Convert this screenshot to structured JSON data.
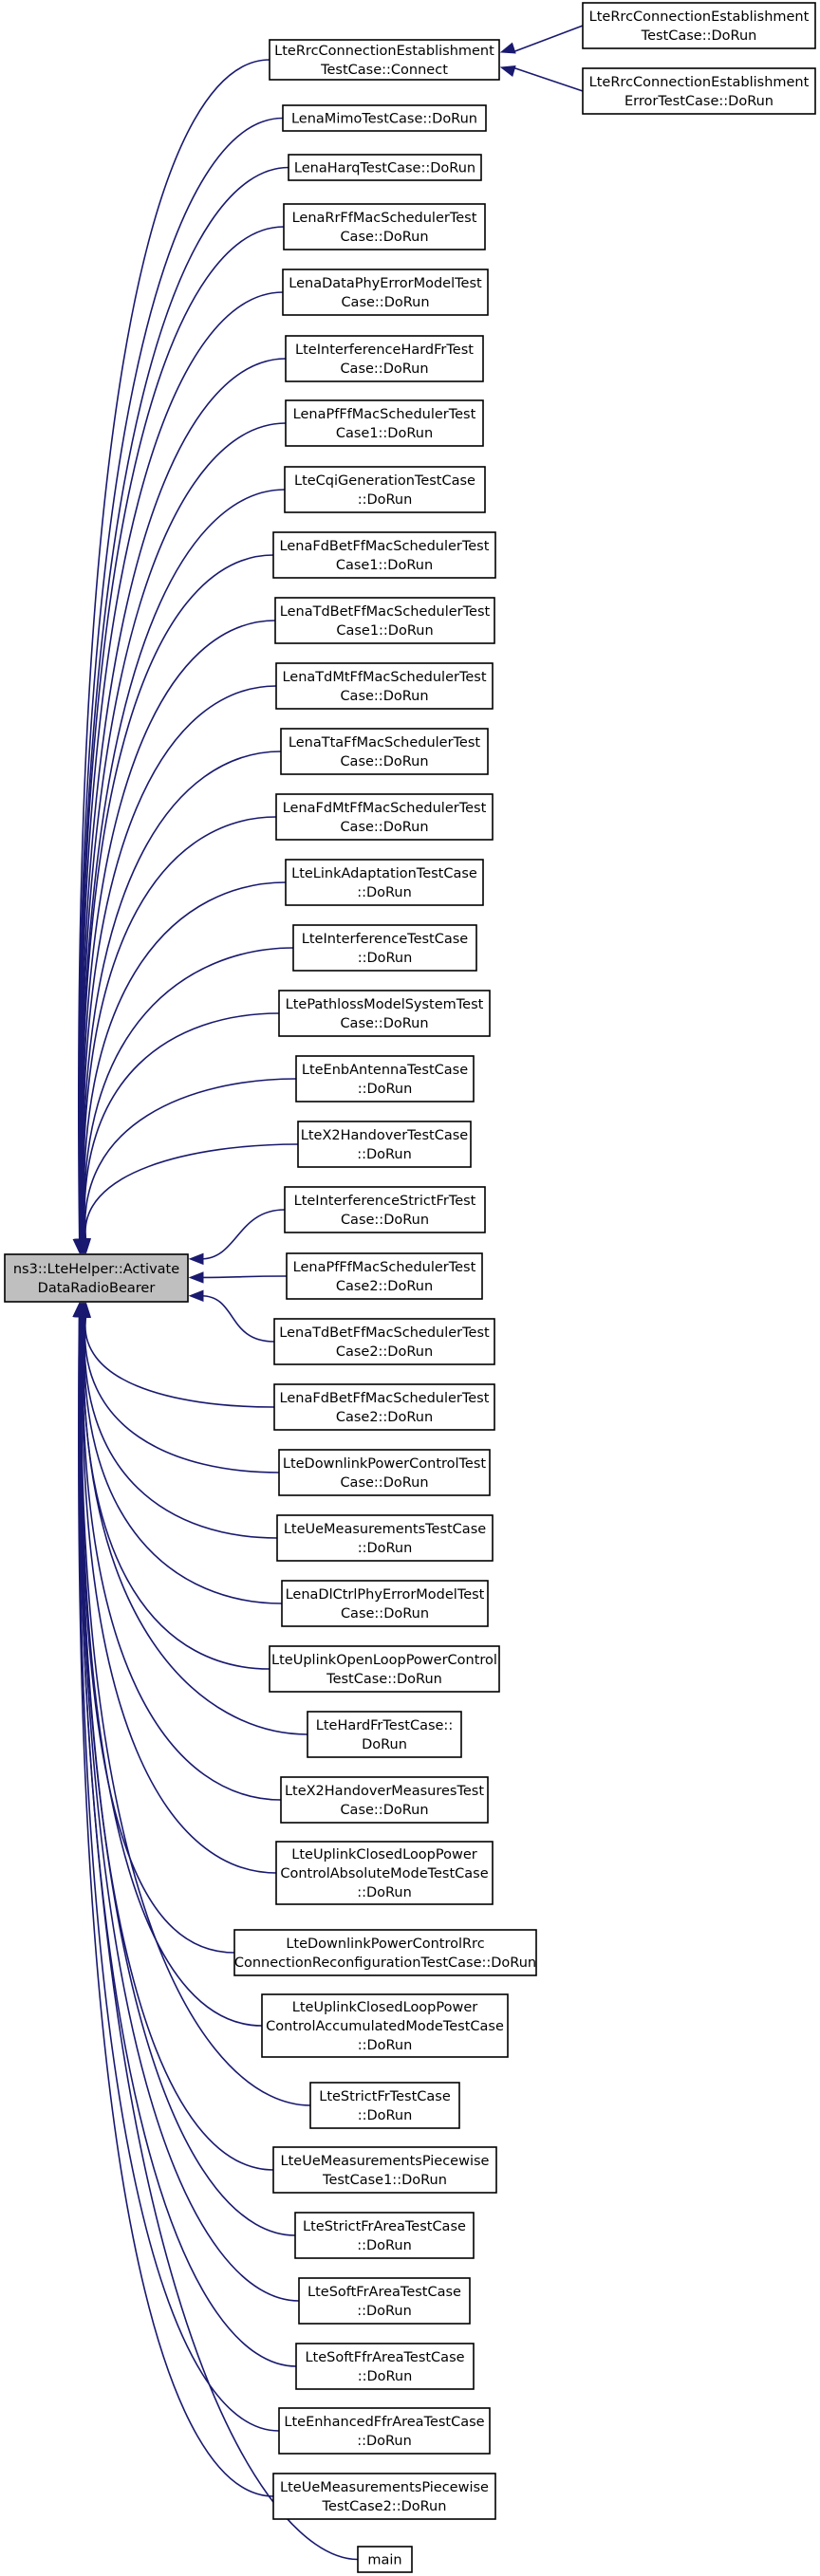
{
  "root": {
    "id": "root",
    "lines": [
      "ns3::LteHelper::Activate",
      "DataRadioBearer"
    ]
  },
  "nodes": [
    {
      "id": "n0",
      "lines": [
        "LteRrcConnectionEstablishment",
        "TestCase::Connect"
      ]
    },
    {
      "id": "n1",
      "lines": [
        "LenaMimoTestCase::DoRun"
      ]
    },
    {
      "id": "n2",
      "lines": [
        "LenaHarqTestCase::DoRun"
      ]
    },
    {
      "id": "n3",
      "lines": [
        "LenaRrFfMacSchedulerTest",
        "Case::DoRun"
      ]
    },
    {
      "id": "n4",
      "lines": [
        "LenaDataPhyErrorModelTest",
        "Case::DoRun"
      ]
    },
    {
      "id": "n5",
      "lines": [
        "LteInterferenceHardFrTest",
        "Case::DoRun"
      ]
    },
    {
      "id": "n6",
      "lines": [
        "LenaPfFfMacSchedulerTest",
        "Case1::DoRun"
      ]
    },
    {
      "id": "n7",
      "lines": [
        "LteCqiGenerationTestCase",
        "::DoRun"
      ]
    },
    {
      "id": "n8",
      "lines": [
        "LenaFdBetFfMacSchedulerTest",
        "Case1::DoRun"
      ]
    },
    {
      "id": "n9",
      "lines": [
        "LenaTdBetFfMacSchedulerTest",
        "Case1::DoRun"
      ]
    },
    {
      "id": "n10",
      "lines": [
        "LenaTdMtFfMacSchedulerTest",
        "Case::DoRun"
      ]
    },
    {
      "id": "n11",
      "lines": [
        "LenaTtaFfMacSchedulerTest",
        "Case::DoRun"
      ]
    },
    {
      "id": "n12",
      "lines": [
        "LenaFdMtFfMacSchedulerTest",
        "Case::DoRun"
      ]
    },
    {
      "id": "n13",
      "lines": [
        "LteLinkAdaptationTestCase",
        "::DoRun"
      ]
    },
    {
      "id": "n14",
      "lines": [
        "LteInterferenceTestCase",
        "::DoRun"
      ]
    },
    {
      "id": "n15",
      "lines": [
        "LtePathlossModelSystemTest",
        "Case::DoRun"
      ]
    },
    {
      "id": "n16",
      "lines": [
        "LteEnbAntennaTestCase",
        "::DoRun"
      ]
    },
    {
      "id": "n17",
      "lines": [
        "LteX2HandoverTestCase",
        "::DoRun"
      ]
    },
    {
      "id": "n18",
      "lines": [
        "LteInterferenceStrictFrTest",
        "Case::DoRun"
      ]
    },
    {
      "id": "n19",
      "lines": [
        "LenaPfFfMacSchedulerTest",
        "Case2::DoRun"
      ]
    },
    {
      "id": "n20",
      "lines": [
        "LenaTdBetFfMacSchedulerTest",
        "Case2::DoRun"
      ]
    },
    {
      "id": "n21",
      "lines": [
        "LenaFdBetFfMacSchedulerTest",
        "Case2::DoRun"
      ]
    },
    {
      "id": "n22",
      "lines": [
        "LteDownlinkPowerControlTest",
        "Case::DoRun"
      ]
    },
    {
      "id": "n23",
      "lines": [
        "LteUeMeasurementsTestCase",
        "::DoRun"
      ]
    },
    {
      "id": "n24",
      "lines": [
        "LenaDlCtrlPhyErrorModelTest",
        "Case::DoRun"
      ]
    },
    {
      "id": "n25",
      "lines": [
        "LteUplinkOpenLoopPowerControl",
        "TestCase::DoRun"
      ]
    },
    {
      "id": "n26",
      "lines": [
        "LteHardFrTestCase::",
        "DoRun"
      ]
    },
    {
      "id": "n27",
      "lines": [
        "LteX2HandoverMeasuresTest",
        "Case::DoRun"
      ]
    },
    {
      "id": "n28",
      "lines": [
        "LteUplinkClosedLoopPower",
        "ControlAbsoluteModeTestCase",
        "::DoRun"
      ]
    },
    {
      "id": "n29",
      "lines": [
        "LteDownlinkPowerControlRrc",
        "ConnectionReconfigurationTestCase::DoRun"
      ]
    },
    {
      "id": "n30",
      "lines": [
        "LteUplinkClosedLoopPower",
        "ControlAccumulatedModeTestCase",
        "::DoRun"
      ]
    },
    {
      "id": "n31",
      "lines": [
        "LteStrictFrTestCase",
        "::DoRun"
      ]
    },
    {
      "id": "n32",
      "lines": [
        "LteUeMeasurementsPiecewise",
        "TestCase1::DoRun"
      ]
    },
    {
      "id": "n33",
      "lines": [
        "LteStrictFrAreaTestCase",
        "::DoRun"
      ]
    },
    {
      "id": "n34",
      "lines": [
        "LteSoftFrAreaTestCase",
        "::DoRun"
      ]
    },
    {
      "id": "n35",
      "lines": [
        "LteSoftFfrAreaTestCase",
        "::DoRun"
      ]
    },
    {
      "id": "n36",
      "lines": [
        "LteEnhancedFfrAreaTestCase",
        "::DoRun"
      ]
    },
    {
      "id": "n37",
      "lines": [
        "LteUeMeasurementsPiecewise",
        "TestCase2::DoRun"
      ]
    },
    {
      "id": "n38",
      "lines": [
        "main"
      ]
    }
  ],
  "right_nodes": [
    {
      "id": "r0",
      "lines": [
        "LteRrcConnectionEstablishment",
        "TestCase::DoRun"
      ]
    },
    {
      "id": "r1",
      "lines": [
        "LteRrcConnectionEstablishment",
        "ErrorTestCase::DoRun"
      ]
    }
  ],
  "edges": [
    [
      "n0",
      "root"
    ],
    [
      "n1",
      "root"
    ],
    [
      "n2",
      "root"
    ],
    [
      "n3",
      "root"
    ],
    [
      "n4",
      "root"
    ],
    [
      "n5",
      "root"
    ],
    [
      "n6",
      "root"
    ],
    [
      "n7",
      "root"
    ],
    [
      "n8",
      "root"
    ],
    [
      "n9",
      "root"
    ],
    [
      "n10",
      "root"
    ],
    [
      "n11",
      "root"
    ],
    [
      "n12",
      "root"
    ],
    [
      "n13",
      "root"
    ],
    [
      "n14",
      "root"
    ],
    [
      "n15",
      "root"
    ],
    [
      "n16",
      "root"
    ],
    [
      "n17",
      "root"
    ],
    [
      "n18",
      "root"
    ],
    [
      "n19",
      "root"
    ],
    [
      "n20",
      "root"
    ],
    [
      "n21",
      "root"
    ],
    [
      "n22",
      "root"
    ],
    [
      "n23",
      "root"
    ],
    [
      "n24",
      "root"
    ],
    [
      "n25",
      "root"
    ],
    [
      "n26",
      "root"
    ],
    [
      "n27",
      "root"
    ],
    [
      "n28",
      "root"
    ],
    [
      "n29",
      "root"
    ],
    [
      "n30",
      "root"
    ],
    [
      "n31",
      "root"
    ],
    [
      "n32",
      "root"
    ],
    [
      "n33",
      "root"
    ],
    [
      "n34",
      "root"
    ],
    [
      "n35",
      "root"
    ],
    [
      "n36",
      "root"
    ],
    [
      "n37",
      "root"
    ],
    [
      "n38",
      "root"
    ],
    [
      "r0",
      "n0"
    ],
    [
      "r1",
      "n0"
    ]
  ],
  "colors": {
    "edge": "#191970",
    "root_fill": "#bfbfbf",
    "node_fill": "#ffffff",
    "border": "#000000"
  }
}
